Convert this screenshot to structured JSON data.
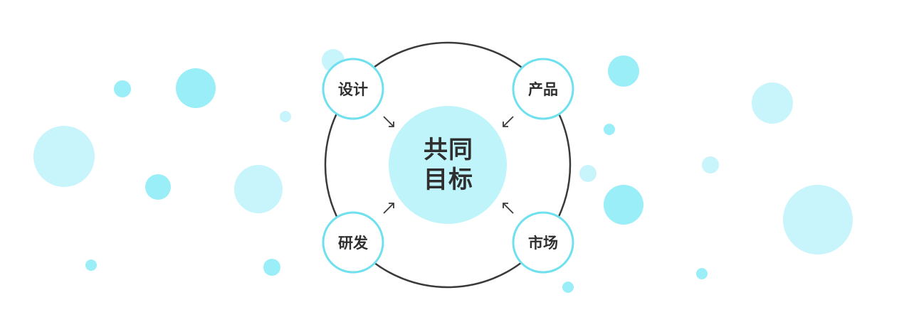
{
  "diagram": {
    "center": {
      "line1": "共同",
      "line2": "目标"
    },
    "nodes": {
      "design": "设计",
      "product": "产品",
      "rd": "研发",
      "market": "市场"
    }
  },
  "colors": {
    "bubble_light": "#c8f4fb",
    "bubble_mid": "#9aeef8",
    "node_stroke": "#6fe0ee",
    "center_fill": "#bff4fa",
    "ring_stroke": "#3a3a3a",
    "text": "#2f2f2f"
  }
}
